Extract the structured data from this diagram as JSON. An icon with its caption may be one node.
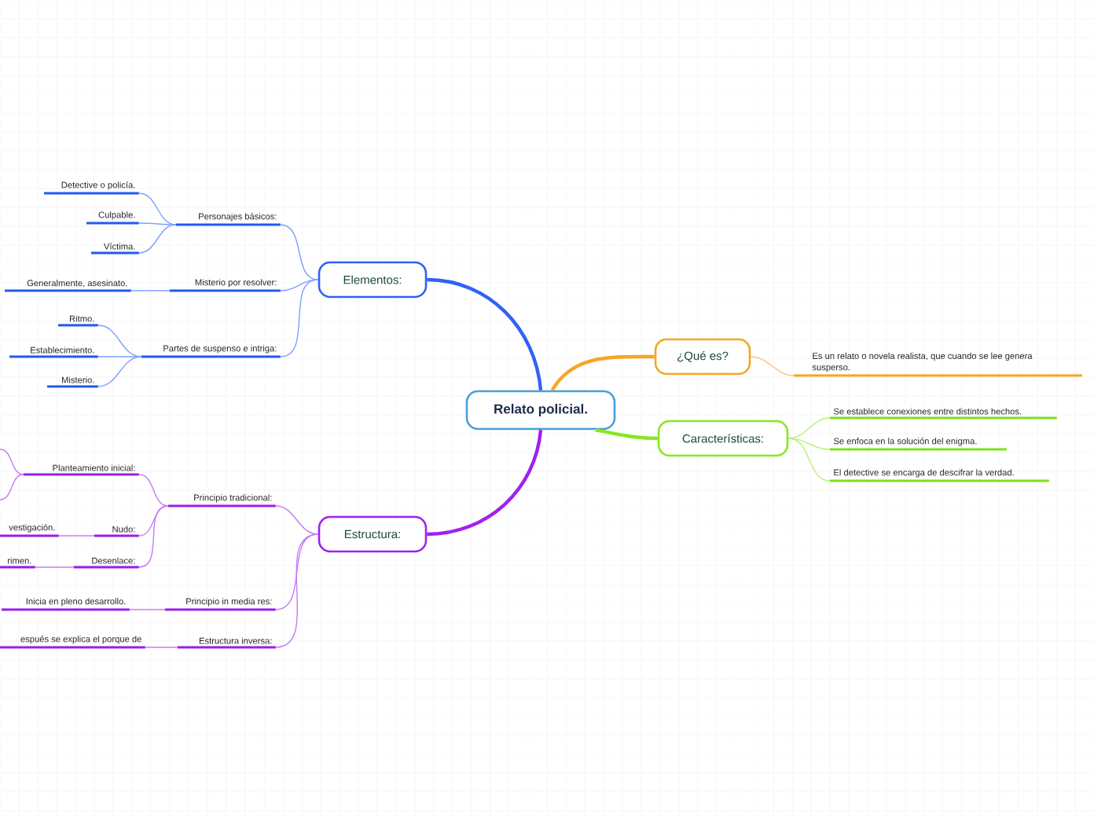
{
  "diagram": {
    "nodes": [
      {
        "text": [
          "Relato policial."
        ]
      },
      {
        "text": [
          "Elementos:"
        ]
      },
      {
        "text": [
          "Estructura:"
        ]
      },
      {
        "text": [
          "¿Qué es?"
        ]
      },
      {
        "text": [
          "Características:"
        ]
      },
      {
        "text": [
          "Personajes básicos:"
        ]
      },
      {
        "text": [
          "Detective o policía."
        ]
      },
      {
        "text": [
          "Culpable."
        ]
      },
      {
        "text": [
          "Víctima."
        ]
      },
      {
        "text": [
          "Misterio por resolver:"
        ]
      },
      {
        "text": [
          "Generalmente, asesinato."
        ]
      },
      {
        "text": [
          "Partes de suspenso e intriga:"
        ]
      },
      {
        "text": [
          "Ritmo."
        ]
      },
      {
        "text": [
          "Establecimiento."
        ]
      },
      {
        "text": [
          "Misterio."
        ]
      },
      {
        "text": [
          "Principio tradicional:"
        ]
      },
      {
        "text": [
          "Planteamiento inicial:"
        ]
      },
      {
        "text": [
          "Nudo:"
        ]
      },
      {
        "text": [
          "vestigación."
        ]
      },
      {
        "text": [
          "Desenlace:"
        ]
      },
      {
        "text": [
          "rimen."
        ]
      },
      {
        "text": [
          "Principio in media res:"
        ]
      },
      {
        "text": [
          "Inicia en pleno desarrollo."
        ]
      },
      {
        "text": [
          "Estructura inversa:"
        ]
      },
      {
        "text": [
          "espués se explica el porque de"
        ]
      },
      {
        "text": [
          "Es un relato o novela realista, que cuando se lee genera susperso."
        ]
      },
      {
        "text": [
          "Se establece conexiones entre distintos hechos."
        ]
      },
      {
        "text": [
          "Se enfoca en la solución del enigma."
        ]
      },
      {
        "text": [
          "El detective se encarga de descifrar la verdad."
        ]
      }
    ],
    "edges": [
      {
        "from": 0,
        "to": 1,
        "arrow": "none",
        "style": "thick",
        "color": "#2f62f5"
      },
      {
        "from": 0,
        "to": 2,
        "arrow": "none",
        "style": "thick",
        "color": "#a020f0"
      },
      {
        "from": 0,
        "to": 3,
        "arrow": "none",
        "style": "thick",
        "color": "#f5a623"
      },
      {
        "from": 0,
        "to": 4,
        "arrow": "none",
        "style": "thick",
        "color": "#88e81e"
      },
      {
        "from": 1,
        "to": 5,
        "arrow": "none",
        "color": "#7fa0ff"
      },
      {
        "from": 1,
        "to": 9,
        "arrow": "none",
        "color": "#7fa0ff"
      },
      {
        "from": 1,
        "to": 11,
        "arrow": "none",
        "color": "#7fa0ff"
      },
      {
        "from": 5,
        "to": 6,
        "arrow": "none",
        "color": "#7fa0ff"
      },
      {
        "from": 5,
        "to": 7,
        "arrow": "none",
        "color": "#7fa0ff"
      },
      {
        "from": 5,
        "to": 8,
        "arrow": "none",
        "color": "#7fa0ff"
      },
      {
        "from": 9,
        "to": 10,
        "arrow": "none",
        "color": "#7fa0ff"
      },
      {
        "from": 11,
        "to": 12,
        "arrow": "none",
        "color": "#7fa0ff"
      },
      {
        "from": 11,
        "to": 13,
        "arrow": "none",
        "color": "#7fa0ff"
      },
      {
        "from": 11,
        "to": 14,
        "arrow": "none",
        "color": "#7fa0ff"
      },
      {
        "from": 2,
        "to": 15,
        "arrow": "none",
        "color": "#c77cf5"
      },
      {
        "from": 2,
        "to": 21,
        "arrow": "none",
        "color": "#c77cf5"
      },
      {
        "from": 2,
        "to": 23,
        "arrow": "none",
        "color": "#c77cf5"
      },
      {
        "from": 15,
        "to": 16,
        "arrow": "none",
        "color": "#c77cf5"
      },
      {
        "from": 15,
        "to": 17,
        "arrow": "none",
        "color": "#c77cf5"
      },
      {
        "from": 15,
        "to": 19,
        "arrow": "none",
        "color": "#c77cf5"
      },
      {
        "from": null,
        "to": 16,
        "arrow": "none",
        "color": "#c77cf5"
      },
      {
        "from": null,
        "to": 16,
        "arrow": "none",
        "color": "#c77cf5"
      },
      {
        "from": 17,
        "to": 18,
        "arrow": "none",
        "color": "#c77cf5"
      },
      {
        "from": 19,
        "to": 20,
        "arrow": "none",
        "color": "#c77cf5"
      },
      {
        "from": 21,
        "to": 22,
        "arrow": "none",
        "color": "#c77cf5"
      },
      {
        "from": 23,
        "to": 24,
        "arrow": "none",
        "color": "#c77cf5"
      },
      {
        "from": 3,
        "to": 25,
        "arrow": "none",
        "color": "#fbc57a"
      },
      {
        "from": 4,
        "to": 26,
        "arrow": "none",
        "color": "#b8f07a"
      },
      {
        "from": 4,
        "to": 27,
        "arrow": "none",
        "color": "#b8f07a"
      },
      {
        "from": 4,
        "to": 28,
        "arrow": "none",
        "color": "#b8f07a"
      }
    ]
  }
}
